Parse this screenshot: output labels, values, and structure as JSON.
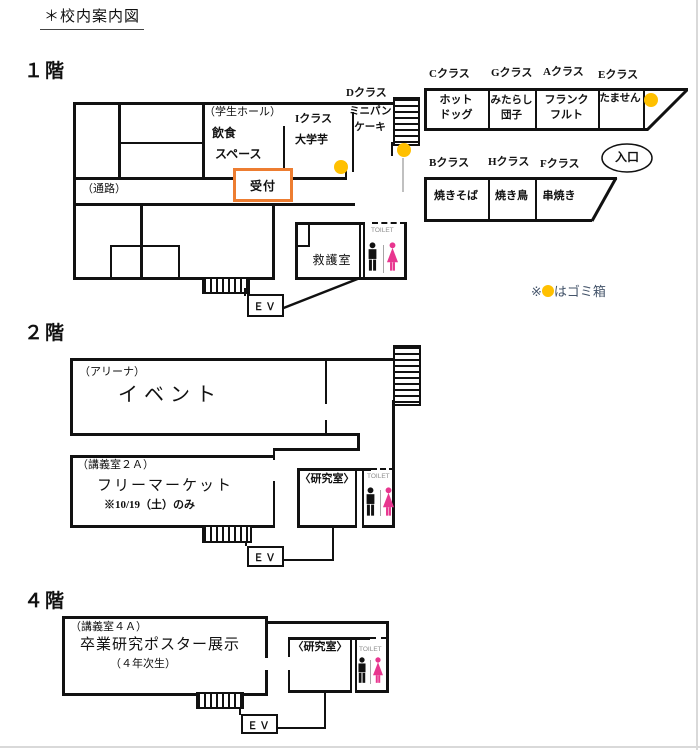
{
  "title": "＊校内案内図",
  "colors": {
    "wall": "#111111",
    "reception_orange": "#ED7D31",
    "trash_yellow": "#FFC000",
    "female_pink": "#E8368F",
    "note_blue": "#44546A"
  },
  "floor1": {
    "label": "１階",
    "student_hall_label": "（学生ホール）",
    "student_hall_line1": "飲食",
    "student_hall_line2": "スペース",
    "class_i_label": "Iクラス",
    "class_i_item": "大学芋",
    "class_d_label": "Dクラス",
    "class_d_item_line1": "ミニパン",
    "class_d_item_line2": "ケーキ",
    "reception": "受付",
    "corridor": "（通路）",
    "first_aid": "救護室",
    "toilet": "TOILET",
    "ev": "ＥＶ",
    "entrance": "入口",
    "stalls_top": [
      {
        "cls": "Cクラス",
        "item1": "ホット",
        "item2": "ドッグ"
      },
      {
        "cls": "Gクラス",
        "item1": "みたらし",
        "item2": "団子"
      },
      {
        "cls": "Aクラス",
        "item1": "フランク",
        "item2": "フルト"
      },
      {
        "cls": "Eクラス",
        "item1": "たません",
        "item2": ""
      }
    ],
    "stalls_bottom": [
      {
        "cls": "Bクラス",
        "item": "焼きそば"
      },
      {
        "cls": "Hクラス",
        "item": "焼き鳥"
      },
      {
        "cls": "Fクラス",
        "item": "串焼き"
      }
    ],
    "trash_note": {
      "prefix": "※",
      "suffix": "はゴミ箱"
    }
  },
  "floor2": {
    "label": "２階",
    "arena_label": "（アリーナ）",
    "arena_event": "イベント",
    "lecture_label": "（講義室２Ａ）",
    "flea_market": "フリーマーケット",
    "flea_market_note": "※10/19（土）のみ",
    "lab": "〈研究室〉",
    "toilet": "TOILET",
    "ev": "ＥＶ"
  },
  "floor4": {
    "label": "４階",
    "lecture_label": "（講義室４Ａ）",
    "poster": "卒業研究ポスター展示",
    "poster_sub": "（４年次生）",
    "lab": "〈研究室〉",
    "toilet": "TOILET",
    "ev": "ＥＶ"
  }
}
